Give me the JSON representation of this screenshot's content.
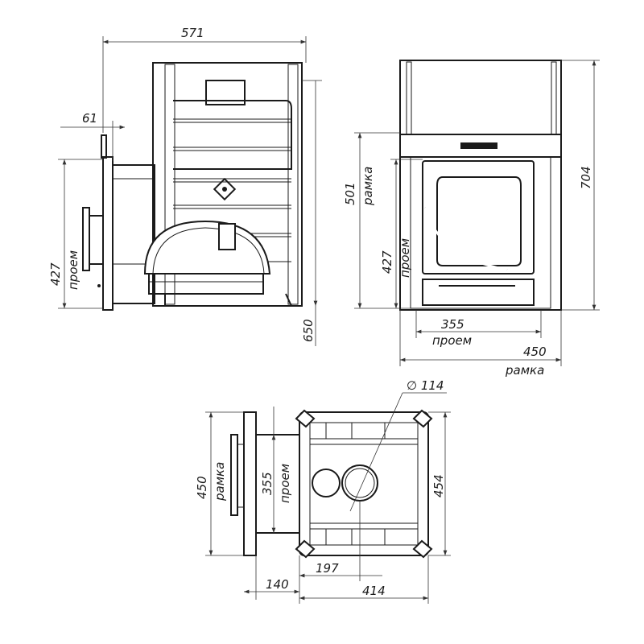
{
  "side_view": {
    "width_label": "571",
    "offset_label": "61",
    "opening_height_label": "427",
    "opening_caption": "проем",
    "total_height_label": "650"
  },
  "front_view": {
    "frame_height_label": "501",
    "frame_caption": "рамка",
    "opening_height_label": "427",
    "opening_caption": "проем",
    "total_height_label": "704",
    "opening_width_label": "355",
    "opening_width_caption": "проем",
    "frame_width_label": "450",
    "frame_width_caption": "рамка"
  },
  "top_view": {
    "flue_diameter_label": "∅ 114",
    "frame_width_label": "450",
    "frame_caption": "рамка",
    "opening_width_label": "355",
    "opening_caption": "проем",
    "depth_label": "454",
    "flue_offset_label": "197",
    "front_offset_label": "140",
    "body_length_label": "414"
  }
}
